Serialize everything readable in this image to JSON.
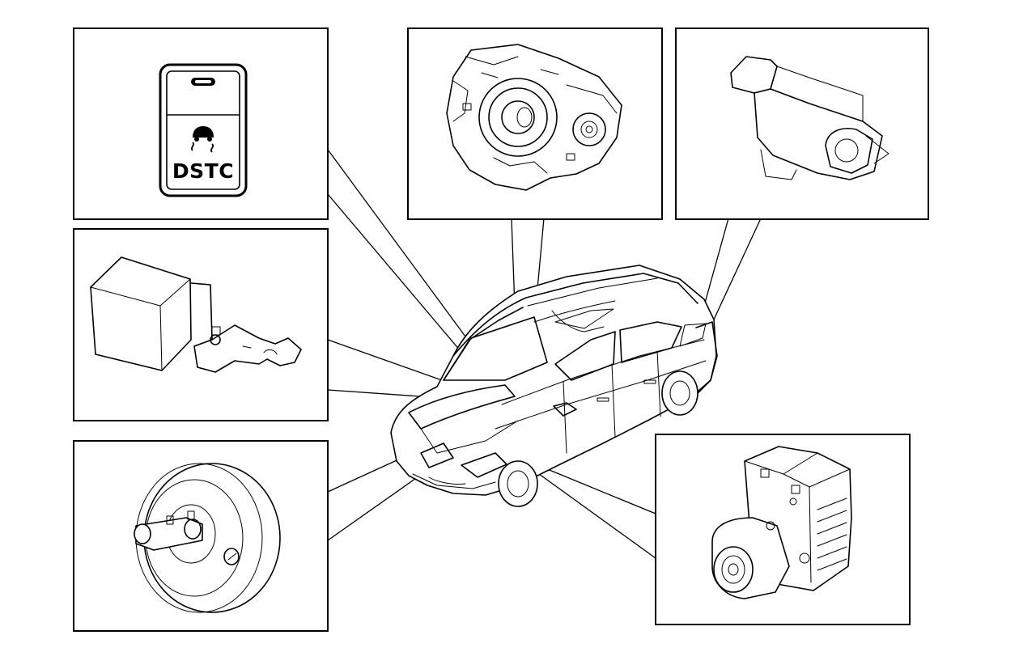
{
  "diagram": {
    "callouts": [
      {
        "id": "dstc-switch",
        "label": "DSTC"
      },
      {
        "id": "steering-angle-sensor"
      },
      {
        "id": "wheel-speed-sensor"
      },
      {
        "id": "yaw-rate-sensor"
      },
      {
        "id": "brake-booster"
      },
      {
        "id": "abs-hydraulic-modulator"
      }
    ]
  }
}
